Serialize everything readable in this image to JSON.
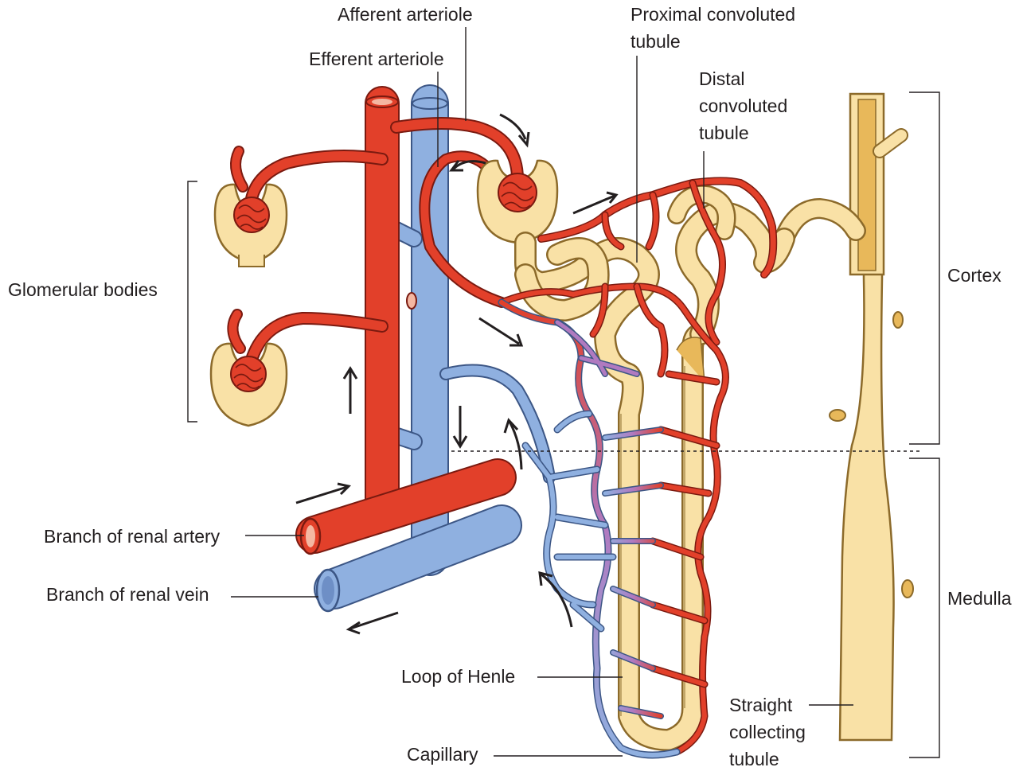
{
  "labels": {
    "afferent_arteriole": "Afferent arteriole",
    "efferent_arteriole": "Efferent arteriole",
    "proximal_line1": "Proximal convoluted",
    "proximal_line2": "tubule",
    "distal_line1": "Distal",
    "distal_line2": "convoluted",
    "distal_line3": "tubule",
    "glomerular_bodies": "Glomerular bodies",
    "cortex": "Cortex",
    "medulla": "Medulla",
    "renal_artery": "Branch of renal artery",
    "renal_vein": "Branch of renal vein",
    "loop_of_henle": "Loop of Henle",
    "capillary": "Capillary",
    "straight_line1": "Straight",
    "straight_line2": "collecting",
    "straight_line3": "tubule"
  },
  "colors": {
    "artery": "#e2402a",
    "vein": "#8fb0e0",
    "capillary_mixed": "#b07ac0",
    "tubule": "#f9e1a6",
    "tubule_lumen": "#e8b85a",
    "text": "#231f20"
  }
}
